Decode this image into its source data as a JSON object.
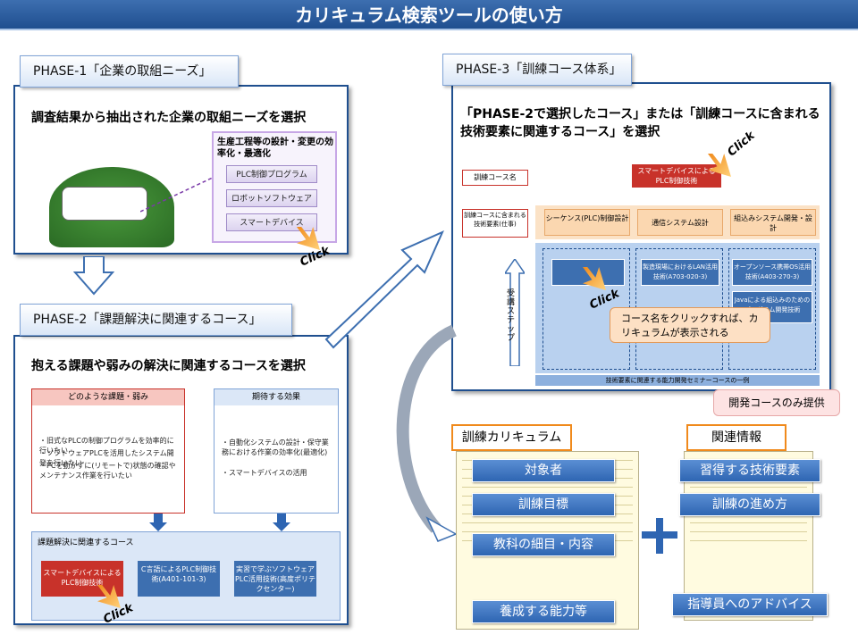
{
  "title": "カリキュラム検索ツールの使い方",
  "phase1": {
    "tab": "PHASE-1「企業の取組ニーズ」",
    "heading": "調査結果から抽出された企業の取組ニーズを選択",
    "box_title": "生産工程等の設計・変更の効率化・最適化",
    "items": [
      "PLC制御プログラム",
      "ロボットソフトウェア",
      "スマートデバイス"
    ],
    "click": "Click"
  },
  "phase2": {
    "tab": "PHASE-2「課題解決に関連するコース」",
    "heading": "抱える課題や弱みの解決に関連するコースを選択",
    "issues_title": "どのような課題・弱み",
    "issues": [
      "・旧式なPLCの制御プログラムを効率的に行いたい",
      "・ソフトウェアPLCを活用したシステム開発を行いたい",
      "・PCを動かずに(リモートで)状態の確認やメンテナンス作業を行いたい"
    ],
    "effects_title": "期待する効果",
    "effects": [
      "・自動化システムの設計・保守業務における作業の効率化(最適化)",
      "・スマートデバイスの活用"
    ],
    "courses_title": "課題解決に関連するコース",
    "courses": [
      "スマートデバイスによるPLC制御技術",
      "C言語によるPLC制御技術(A401-101-3)",
      "実習で学ぶソフトウェアPLC活用技術(高度ポリテクセンター)"
    ],
    "click": "Click"
  },
  "phase3": {
    "tab": "PHASE-3「訓練コース体系」",
    "heading": "「PHASE-2で選択したコース」または「訓練コースに含まれる技術要素に関連するコース」を選択",
    "course_name_label": "訓練コース名",
    "top_course": "スマートデバイスによるPLC制御技術",
    "tech_label": "訓練コースに含まれる技術要素(仕事)",
    "columns": [
      "シーケンス(PLC)制御設計",
      "通信システム設計",
      "組込みシステム開発・設計"
    ],
    "col2_item": "製造現場におけるLAN活用技術(A703-020-3)",
    "col3_items": [
      "オープンソース携帯OS活用技術(A403-270-3)",
      "Javaによる組込みのためのプログラム開発技術"
    ],
    "steps_label": "受講ステップ",
    "callout": "コース名をクリックすれば、カリキュラムが表示される",
    "footer": "技術要素に関連する能力開発セミナーコースの一例",
    "click1": "Click",
    "click2": "Click"
  },
  "curriculum": {
    "label": "訓練カリキュラム",
    "buttons": [
      "対象者",
      "訓練目標",
      "教科の細目・内容",
      "養成する能力等"
    ]
  },
  "related": {
    "label": "関連情報",
    "note": "開発コースのみ提供",
    "buttons": [
      "習得する技術要素",
      "訓練の進め方",
      "指導員へのアドバイス"
    ]
  },
  "colors": {
    "accent": "#1f4f8f",
    "button": "#2e65b2",
    "orange": "#f08a1c",
    "red_course": "#c8322a"
  }
}
